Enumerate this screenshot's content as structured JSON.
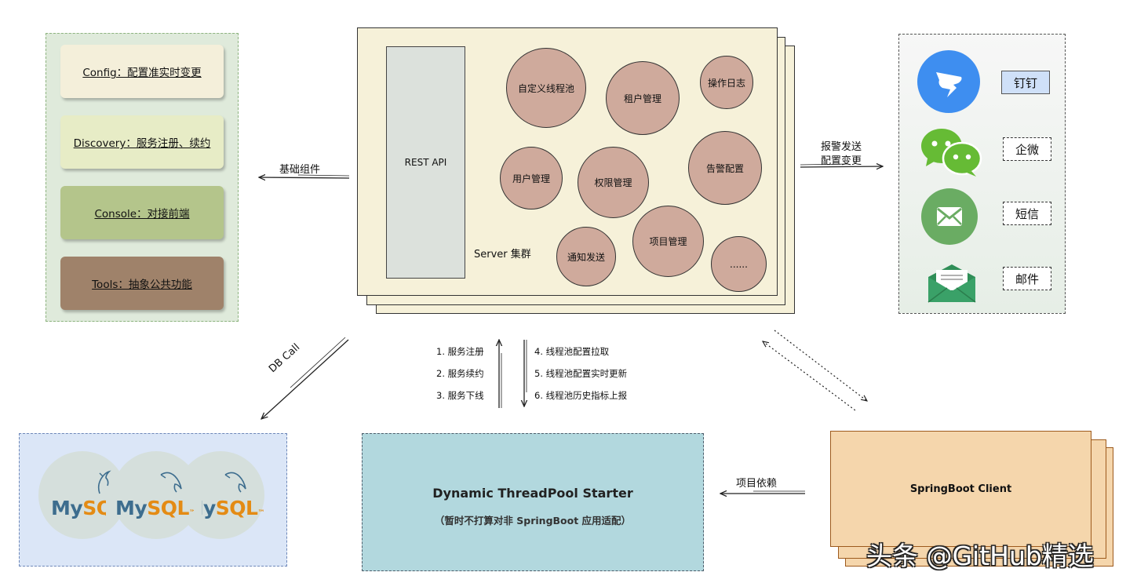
{
  "components": [
    {
      "label": "Config：配置准实时变更",
      "color": "#f4efda"
    },
    {
      "label": "Discovery：服务注册、续约",
      "color": "#e7ecc6"
    },
    {
      "label": "Console：对接前端",
      "color": "#b4c58b"
    },
    {
      "label": "Tools：抽象公共功能",
      "color": "#9f826a"
    }
  ],
  "arrow_labels": {
    "base_components": "基础组件",
    "alarm_line1": "报警发送",
    "alarm_line2": "配置变更",
    "db_call": "DB Call",
    "project_dependency": "项目依赖"
  },
  "server": {
    "cluster_label": "Server 集群",
    "rest_api": "REST API",
    "modules": [
      "自定义线程池",
      "租户管理",
      "操作日志",
      "用户管理",
      "权限管理",
      "告警配置",
      "项目管理",
      "通知发送",
      "......"
    ]
  },
  "steps_up": [
    "1. 服务注册",
    "2. 服务续约",
    "3. 服务下线"
  ],
  "steps_down": [
    "4. 线程池配置拉取",
    "5. 线程池配置实时更新",
    "6. 线程池历史指标上报"
  ],
  "channels": [
    {
      "label": "钉钉",
      "icon": "dingtalk-icon",
      "selected": true
    },
    {
      "label": "企微",
      "icon": "wechat-work-icon",
      "selected": false
    },
    {
      "label": "短信",
      "icon": "sms-icon",
      "selected": false
    },
    {
      "label": "邮件",
      "icon": "mail-icon",
      "selected": false
    }
  ],
  "mysql": {
    "my": "My",
    "sql": "SQL"
  },
  "starter": {
    "title": "Dynamic ThreadPool Starter",
    "subtitle": "（暂时不打算对非 SpringBoot 应用适配）"
  },
  "client": {
    "label": "SpringBoot Client"
  },
  "watermark": "头条 @GitHub精选",
  "colors": {
    "bubble": "#cfaa9c",
    "server_bg": "#f6f1d9",
    "starter_bg": "#b2d8de",
    "client_bg": "#f5d6ac",
    "dingtalk": "#3e8ef0",
    "wechat": "#66bb35",
    "sms": "#6aac63",
    "mail": "#3aa168"
  }
}
